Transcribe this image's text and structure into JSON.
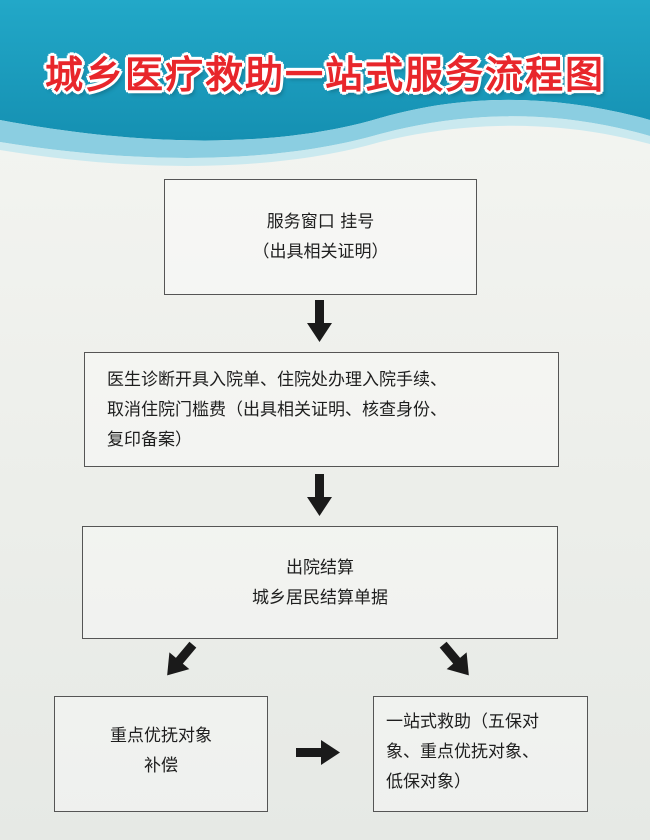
{
  "title": "城乡医疗救助一站式服务流程图",
  "steps": [
    {
      "lines": [
        "服务窗口  挂号",
        "（出具相关证明）"
      ]
    },
    {
      "lines": [
        "医生诊断开具入院单、住院处办理入院手续、",
        "取消住院门槛费（出具相关证明、核查身份、",
        "复印备案）"
      ]
    },
    {
      "lines": [
        "出院结算",
        "城乡居民结算单据"
      ]
    },
    {
      "lines": [
        "重点优抚对象",
        "补偿"
      ]
    },
    {
      "lines": [
        "一站式救助（五保对",
        "象、重点优抚对象、",
        "低保对象）"
      ]
    }
  ],
  "colors": {
    "title": "#e8262b",
    "band_dark": "#1a9fc0",
    "band_light": "#8fd3e4",
    "arrow": "#1a1a1a"
  }
}
